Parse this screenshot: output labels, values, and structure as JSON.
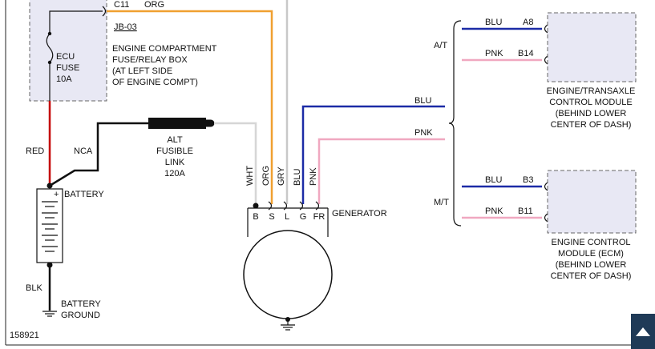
{
  "colors": {
    "red": "#c40000",
    "black": "#111111",
    "orange": "#f0a030",
    "gray": "#c8c8c8",
    "blue": "#1c2ba6",
    "pink": "#f0a8c0",
    "module_fill": "#e8e8f4",
    "scroll_button": "#1f3a57"
  },
  "fuse_box": {
    "connector": "C11",
    "wire_color": "ORG",
    "jb_label": "JB-03",
    "fuse_label_1": "ECU",
    "fuse_label_2": "FUSE",
    "fuse_label_3": "10A",
    "desc_1": "ENGINE COMPARTMENT",
    "desc_2": "FUSE/RELAY BOX",
    "desc_3": "(AT LEFT SIDE",
    "desc_4": "OF ENGINE COMPT)"
  },
  "fusible_link": {
    "line_1": "ALT",
    "line_2": "FUSIBLE",
    "line_3": "LINK",
    "line_4": "120A"
  },
  "battery": {
    "label": "BATTERY",
    "plus": "+",
    "wire_red": "RED",
    "wire_nca": "NCA",
    "wire_blk": "BLK",
    "ground_1": "BATTERY",
    "ground_2": "GROUND"
  },
  "generator": {
    "label": "GENERATOR",
    "wires": [
      "WHT",
      "ORG",
      "GRY",
      "BLU",
      "PNK"
    ],
    "terminals": [
      "B",
      "S",
      "L",
      "G",
      "FR"
    ]
  },
  "branches": {
    "blu_label": "BLU",
    "pnk_label": "PNK",
    "at_label": "A/T",
    "mt_label": "M/T"
  },
  "tcm": {
    "blu_wire": "BLU",
    "blu_pin": "A8",
    "pnk_wire": "PNK",
    "pnk_pin": "B14",
    "line_1": "ENGINE/TRANSAXLE",
    "line_2": "CONTROL MODULE",
    "line_3": "(BEHIND LOWER",
    "line_4": "CENTER OF DASH)"
  },
  "ecm": {
    "blu_wire": "BLU",
    "blu_pin": "B3",
    "pnk_wire": "PNK",
    "pnk_pin": "B11",
    "line_1": "ENGINE CONTROL",
    "line_2": "MODULE (ECM)",
    "line_3": "(BEHIND LOWER",
    "line_4": "CENTER OF DASH)"
  },
  "figure_id": "158921"
}
